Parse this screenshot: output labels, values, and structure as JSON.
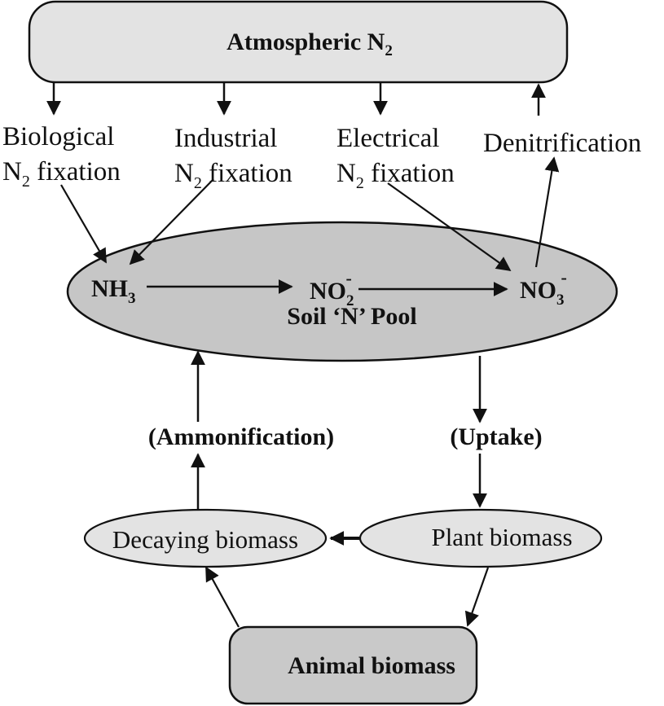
{
  "atmosphere": {
    "label_main": "Atmospheric N",
    "label_sub": "2"
  },
  "fixation": {
    "biological": {
      "line1": "Biological",
      "n": "N",
      "sub": "2",
      "rest": " fixation"
    },
    "industrial": {
      "line1": "Industrial",
      "n": "N",
      "sub": "2",
      "rest": " fixation"
    },
    "electrical": {
      "line1": "Electrical",
      "n": "N",
      "sub": "2",
      "rest": " fixation"
    }
  },
  "denitrification": {
    "label": "Denitrification"
  },
  "soil_pool": {
    "label": "Soil ‘N’ Pool",
    "nh3": {
      "main": "NH",
      "sub": "3"
    },
    "no2": {
      "main": "NO",
      "sub": "2",
      "sup": "-"
    },
    "no3": {
      "main": "NO",
      "sub": "3",
      "sup": "-"
    }
  },
  "processes": {
    "ammonification": "(Ammonification)",
    "uptake": "(Uptake)"
  },
  "decaying": {
    "label": "Decaying biomass"
  },
  "plant": {
    "label": "Plant biomass"
  },
  "animal": {
    "label": "Animal biomass"
  },
  "colors": {
    "box_light": "#e3e3e3",
    "pool_fill": "#c6c6c6",
    "animal_fill": "#c9c9c9",
    "stroke": "#111111"
  }
}
